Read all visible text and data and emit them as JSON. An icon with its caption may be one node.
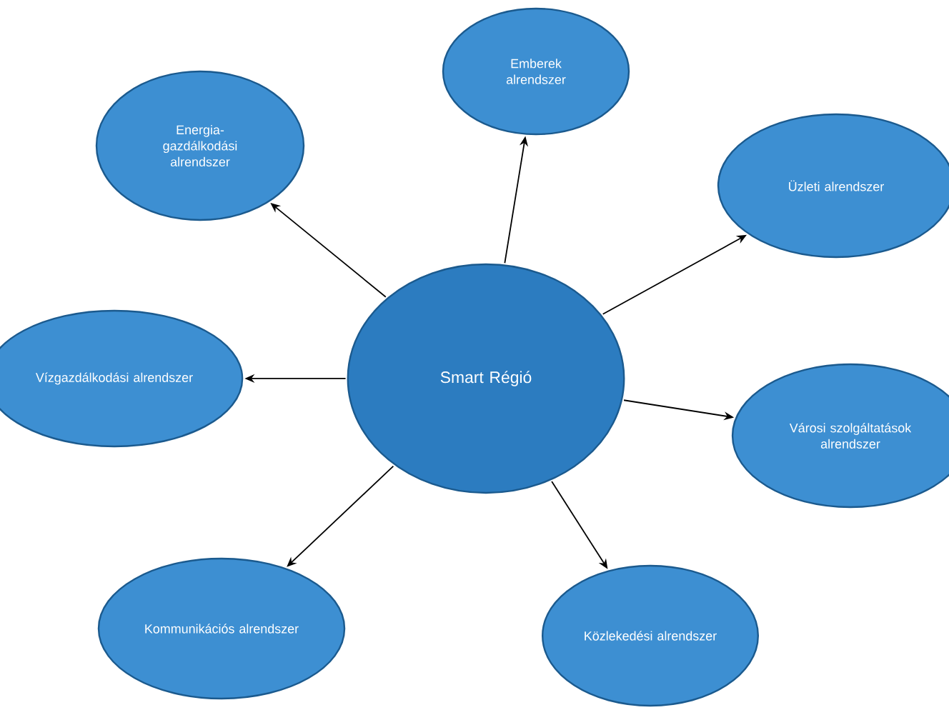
{
  "diagram": {
    "nodes": [
      {
        "text": [
          "Emberek alrendszer"
        ]
      },
      {
        "text": [
          "Energia-gazdálkodási alrendszer"
        ]
      },
      {
        "text": [
          "Üzleti alrendszer"
        ]
      },
      {
        "text": [
          "Vízgazdálkodási alrendszer"
        ]
      },
      {
        "text": [
          "Smart Régió"
        ]
      },
      {
        "text": [
          "Városi szolgáltatások alrendszer"
        ]
      },
      {
        "text": [
          "Kommunikációs alrendszer"
        ]
      },
      {
        "text": [
          "Közlekedési alrendszer"
        ]
      }
    ],
    "edges": [
      {
        "from": 4,
        "to": 0,
        "arrow": "to"
      },
      {
        "from": 4,
        "to": 1,
        "arrow": "to"
      },
      {
        "from": 4,
        "to": 2,
        "arrow": "to"
      },
      {
        "from": 4,
        "to": 3,
        "arrow": "to"
      },
      {
        "from": 4,
        "to": 5,
        "arrow": "to"
      },
      {
        "from": 4,
        "to": 6,
        "arrow": "to"
      },
      {
        "from": 4,
        "to": 7,
        "arrow": "to"
      }
    ]
  }
}
